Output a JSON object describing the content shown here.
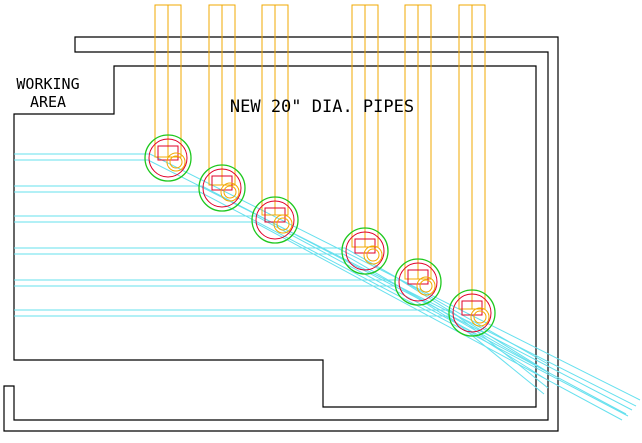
{
  "labels": {
    "working_area_line1": "WORKING",
    "working_area_line2": "AREA",
    "pipes_title": "NEW 20\" DIA. PIPES"
  },
  "colors": {
    "walls": "#000000",
    "vertical_pipes": "#f2a800",
    "horizontal_pipes": "#66e0ee",
    "outer_ring": "#1ec81e",
    "inner_ring": "#e0002a"
  },
  "pipe_count": 6
}
